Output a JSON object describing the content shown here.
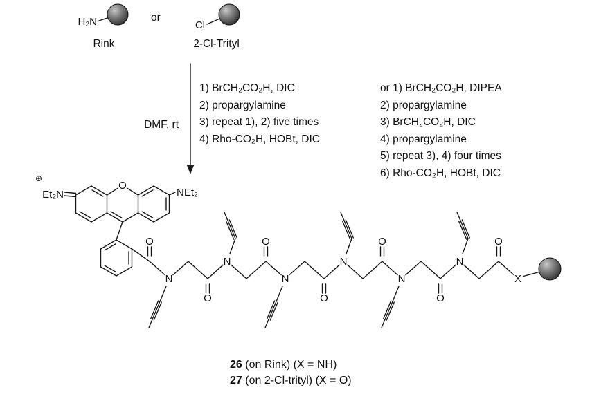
{
  "reagents": {
    "amine_label": "H₂N",
    "chloride_label": "Cl",
    "or": "or",
    "rink": "Rink",
    "trityl": "2-Cl-Trityl"
  },
  "arrow": {
    "solvent": "DMF, rt"
  },
  "conditions_a": {
    "lines": [
      "1) BrCH₂CO₂H, DIC",
      "2) propargylamine",
      "3) repeat 1), 2) five times",
      "4) Rho-CO₂H, HOBt, DIC"
    ]
  },
  "conditions_b": {
    "lines": [
      "or 1) BrCH₂CO₂H, DIPEA",
      "2) propargylamine",
      "3) BrCH₂CO₂H, DIC",
      "4) propargylamine",
      "5) repeat 3), 4) four times",
      "6) Rho-CO₂H, HOBt, DIC"
    ]
  },
  "structure": {
    "et2n": "Et₂N",
    "plus": "⊕",
    "net2": "NEt₂",
    "o": "O",
    "n": "N",
    "x": "X"
  },
  "products": [
    {
      "number": "26",
      "description": " (on Rink) (X = NH)"
    },
    {
      "number": "27",
      "description": " (on 2-Cl-trityl) (X = O)"
    }
  ]
}
